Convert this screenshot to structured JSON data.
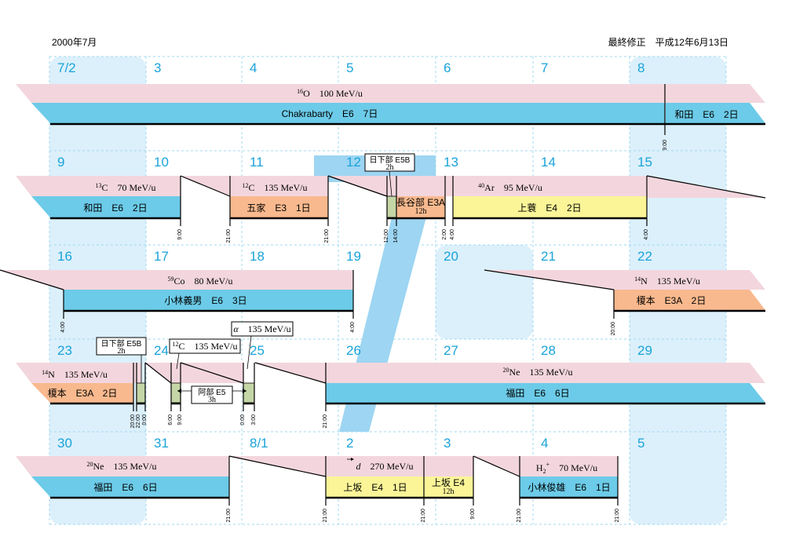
{
  "header": {
    "month_title": "2000年7月",
    "last_modified": "最終修正　平成12年6月13日"
  },
  "colors": {
    "weekend_col": "#dcf0fb",
    "weekday_col": "#ffffff",
    "grid_dash": "#9fd8f2",
    "day_number": "#1aa3d9",
    "beam_band": "#f3d6dd",
    "e6_user": "#6ccbe8",
    "e3a_user": "#f9b98e",
    "e4_user": "#fbf598",
    "e5_user": "#c4d6a6",
    "watermark": "#9dd5f2"
  },
  "watermark_text": "7",
  "day_numbers": [
    [
      "7/2",
      "3",
      "4",
      "5",
      "6",
      "7",
      "8"
    ],
    [
      "9",
      "10",
      "11",
      "12",
      "13",
      "14",
      "15"
    ],
    [
      "16",
      "17",
      "18",
      "19",
      "20",
      "21",
      "22"
    ],
    [
      "23",
      "24",
      "25",
      "26",
      "27",
      "28",
      "29"
    ],
    [
      "30",
      "31",
      "8/1",
      "2",
      "3",
      "4",
      "5"
    ]
  ],
  "weeks": [
    {
      "beams": [
        {
          "ion": "16",
          "sym": "O",
          "energy": "100 MeV/u"
        }
      ],
      "users": [
        {
          "text": "Chakrabarty　E6　7日"
        },
        {
          "text": "和田　E6　2日"
        }
      ],
      "time_labels": [
        "9:00"
      ],
      "callouts": []
    },
    {
      "beams": [
        {
          "ion": "13",
          "sym": "C",
          "energy": "70 MeV/u"
        },
        {
          "ion": "12",
          "sym": "C",
          "energy": "135 MeV/u"
        },
        {
          "ion": "40",
          "sym": "Ar",
          "energy": "95 MeV/u"
        }
      ],
      "users": [
        {
          "text": "和田　E6　2日"
        },
        {
          "text": "五家　E3　1日"
        },
        {
          "text": "長谷部 E3A",
          "sub": "12h"
        },
        {
          "text": "上蓑　E4　2日"
        }
      ],
      "time_labels": [
        "9:00",
        "21:00",
        "21:00",
        "12:00",
        "14:00",
        "2:00",
        "4:00",
        "4:00"
      ],
      "callouts": [
        {
          "text": "日下部 E5B",
          "sub": "2h"
        }
      ]
    },
    {
      "beams": [
        {
          "ion": "59",
          "sym": "Co",
          "energy": "80 MeV/u"
        },
        {
          "ion": "14",
          "sym": "N",
          "energy": "135 MeV/u"
        }
      ],
      "users": [
        {
          "text": "小林義男　E6　3日"
        },
        {
          "text": "榎本　E3A　2日"
        }
      ],
      "time_labels": [
        "4:00",
        "4:00",
        "20:00"
      ],
      "callouts": []
    },
    {
      "beams": [
        {
          "ion": "14",
          "sym": "N",
          "energy": "135 MeV/u"
        },
        {
          "ion": "20",
          "sym": "Ne",
          "energy": "135 MeV/u"
        }
      ],
      "users": [
        {
          "text": "榎本　E3A　2日"
        },
        {
          "text": "福田　E6　6日"
        }
      ],
      "time_labels": [
        "20:00",
        "22:00",
        "0:00",
        "6:00",
        "9:00",
        "0:00",
        "3:00",
        "21:00"
      ],
      "callouts": [
        {
          "text": "日下部 E5B",
          "sub": "2h"
        },
        {
          "ion": "12",
          "sym": "C",
          "energy": "135 MeV/u"
        },
        {
          "sym": "α",
          "energy": "135 MeV/u"
        },
        {
          "text": "阿部 E5",
          "sub": "3h"
        }
      ]
    },
    {
      "beams": [
        {
          "ion": "20",
          "sym": "Ne",
          "energy": "135 MeV/u"
        },
        {
          "sym": "d",
          "energy": "270 MeV/u"
        },
        {
          "sym": "H",
          "sub": "2",
          "sup": "+",
          "energy": "70 MeV/u"
        }
      ],
      "users": [
        {
          "text": "福田　E6　6日"
        },
        {
          "text": "上坂　E4　1日"
        },
        {
          "text": "上坂 E4",
          "sub": "12h"
        },
        {
          "text": "小林俊雄　E6　1日"
        }
      ],
      "time_labels": [
        "21:00",
        "21:00",
        "21:00",
        "9:00",
        "21:00",
        "21:00"
      ],
      "callouts": []
    }
  ]
}
